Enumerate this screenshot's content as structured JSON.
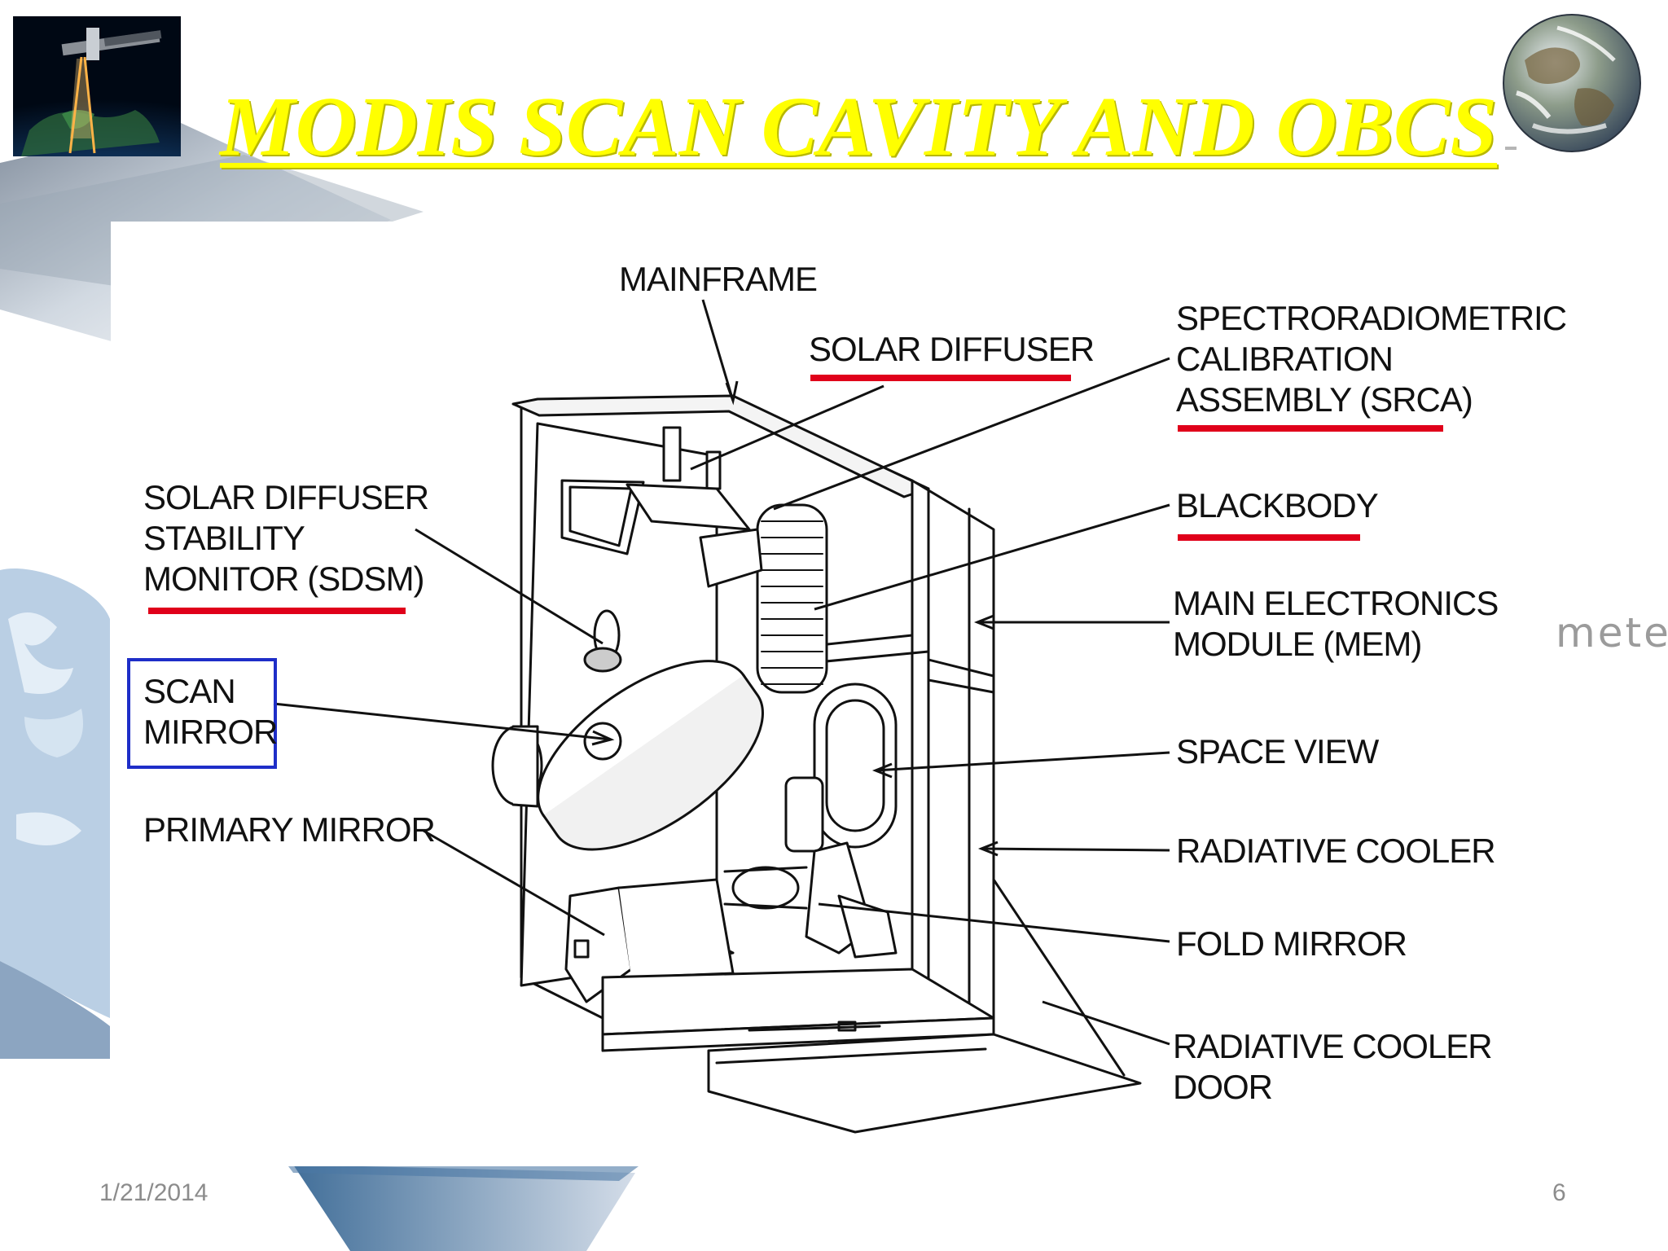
{
  "slide": {
    "title": "MODIS SCAN CAVITY AND OBCS",
    "date": "1/21/2014",
    "page_number": "6",
    "background_partial_word": "mete"
  },
  "colors": {
    "title": "#ffff00",
    "highlight_underline": "#e0001a",
    "highlight_box": "#1e2ec8",
    "footer_text": "#8c8c8c"
  },
  "icons": {
    "top_left": "satellite-orbit-icon",
    "top_right": "earth-globe-icon"
  },
  "diagram": {
    "labels": {
      "mainframe": [
        "MAINFRAME"
      ],
      "solar_diffuser": [
        "SOLAR DIFFUSER"
      ],
      "srca": [
        "SPECTRORADIOMETRIC",
        "CALIBRATION",
        "ASSEMBLY (SRCA)"
      ],
      "sdsm": [
        "SOLAR DIFFUSER",
        "STABILITY",
        "MONITOR (SDSM)"
      ],
      "blackbody": [
        "BLACKBODY"
      ],
      "mem": [
        "MAIN ELECTRONICS",
        "MODULE (MEM)"
      ],
      "scan_mirror": [
        "SCAN",
        "MIRROR"
      ],
      "space_view": [
        "SPACE VIEW"
      ],
      "primary_mirror": [
        "PRIMARY MIRROR"
      ],
      "radiative_cooler": [
        "RADIATIVE COOLER"
      ],
      "fold_mirror": [
        "FOLD MIRROR"
      ],
      "radiative_cooler_door": [
        "RADIATIVE COOLER",
        "DOOR"
      ]
    }
  }
}
